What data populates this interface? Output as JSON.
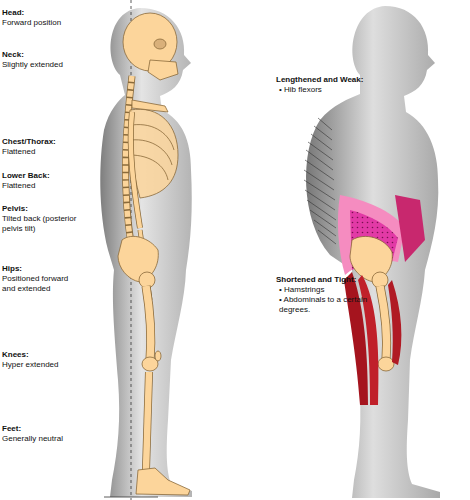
{
  "diagram": {
    "labels": [
      "Head:",
      "Forward position",
      "Neck:",
      "Slightly extended",
      "Chest/Thorax:",
      "Flattened",
      "Lower Back:",
      "Flattened",
      "Pelvis:",
      "Tilted back (posterior pelvis tilt)",
      "Hips:",
      "Positioned forward and extended",
      "Knees:",
      "Hyper extended",
      "Feet:",
      "Generally neutral",
      "Lengthened and Weak:",
      "• Hib flexors",
      "Shortened and Tight:",
      "• Hamstrings",
      "• Abdominals to a certain degrees."
    ]
  }
}
